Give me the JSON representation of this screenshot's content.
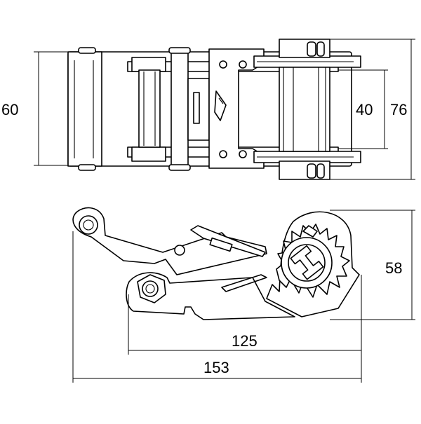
{
  "dimensions": {
    "top_height_total": "60",
    "top_inner_width": "40",
    "top_outer_width": "76",
    "side_height": "58",
    "side_length_short": "125",
    "side_length_total": "153"
  },
  "colors": {
    "line": "#000000",
    "background": "#ffffff"
  }
}
